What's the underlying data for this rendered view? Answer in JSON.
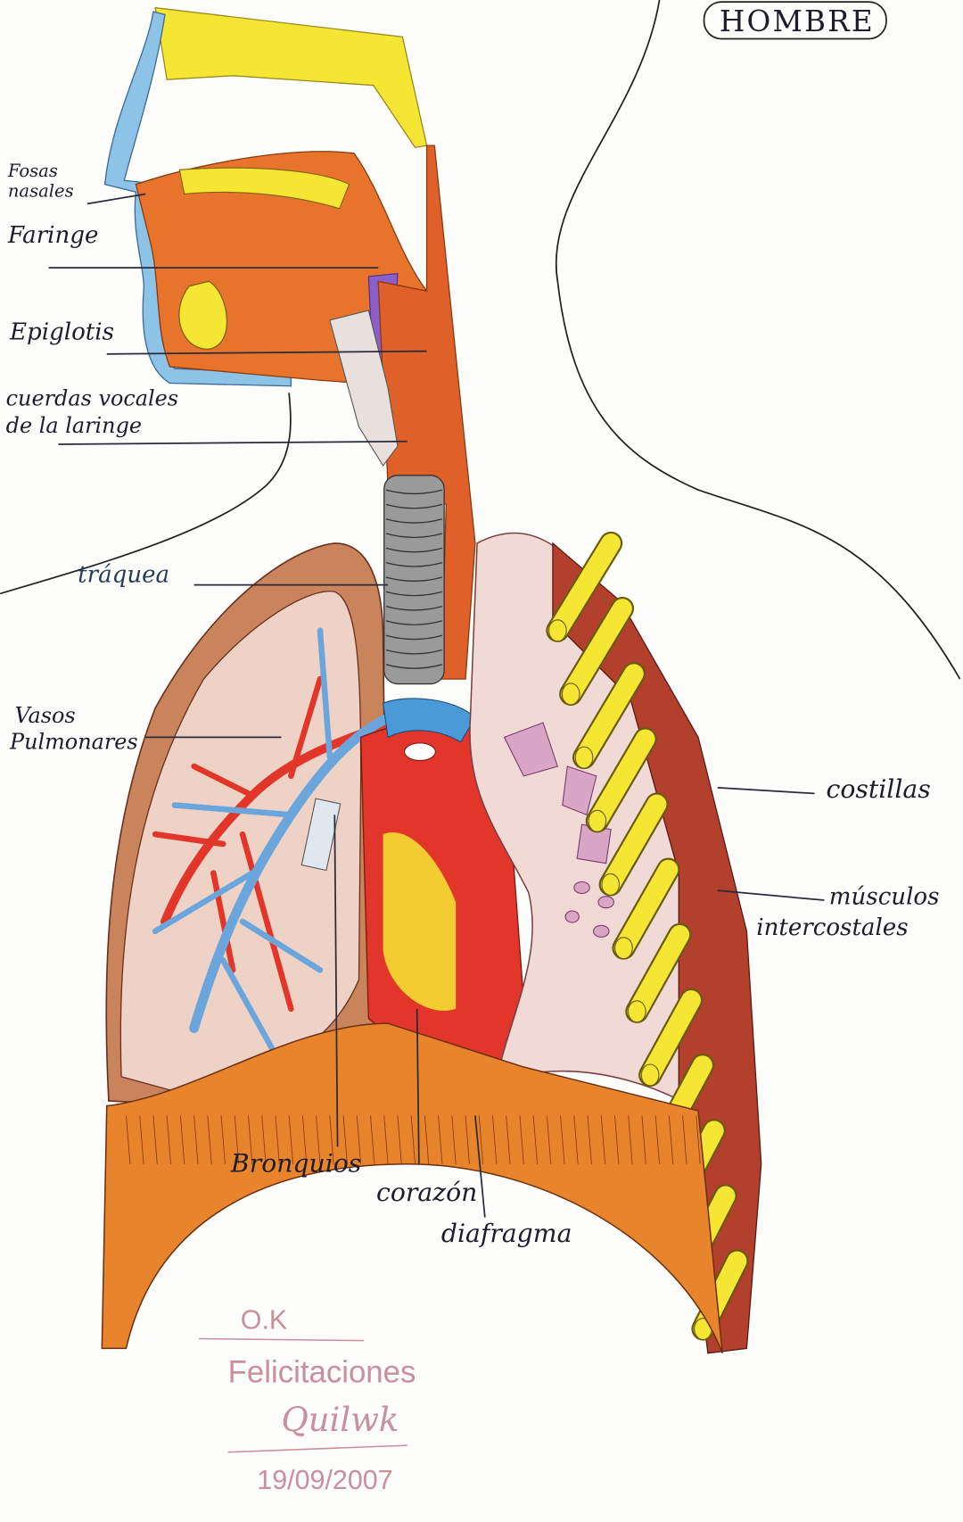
{
  "title": "HOMBRE",
  "labels": {
    "fosas_nasales_1": "Fosas",
    "fosas_nasales_2": "nasales",
    "faringe": "Faringe",
    "epiglotis": "Epiglotis",
    "cuerdas_1": "cuerdas vocales",
    "cuerdas_2": "de la laringe",
    "traquea": "tráquea",
    "vasos_1": "Vasos",
    "vasos_2": "Pulmonares",
    "costillas": "costillas",
    "musculos_1": "músculos",
    "musculos_2": "intercostales",
    "bronquios": "Bronquios",
    "corazon": "corazón",
    "diafragma": "diafragma"
  },
  "teacher_note": {
    "grade": "O.K",
    "comment": "Felicitaciones",
    "signature": "Quilwk",
    "date": "19/09/2007"
  },
  "colors": {
    "skin_orange": "#e8742c",
    "yellow": "#f5e633",
    "airway_blue": "#8cc3e6",
    "trachea_grey": "#9a9a9a",
    "heart_red": "#e2362b",
    "lung_pink": "#f1d9d6",
    "rib_muscle": "#b2402c",
    "ink_note": "#c98f9a"
  }
}
